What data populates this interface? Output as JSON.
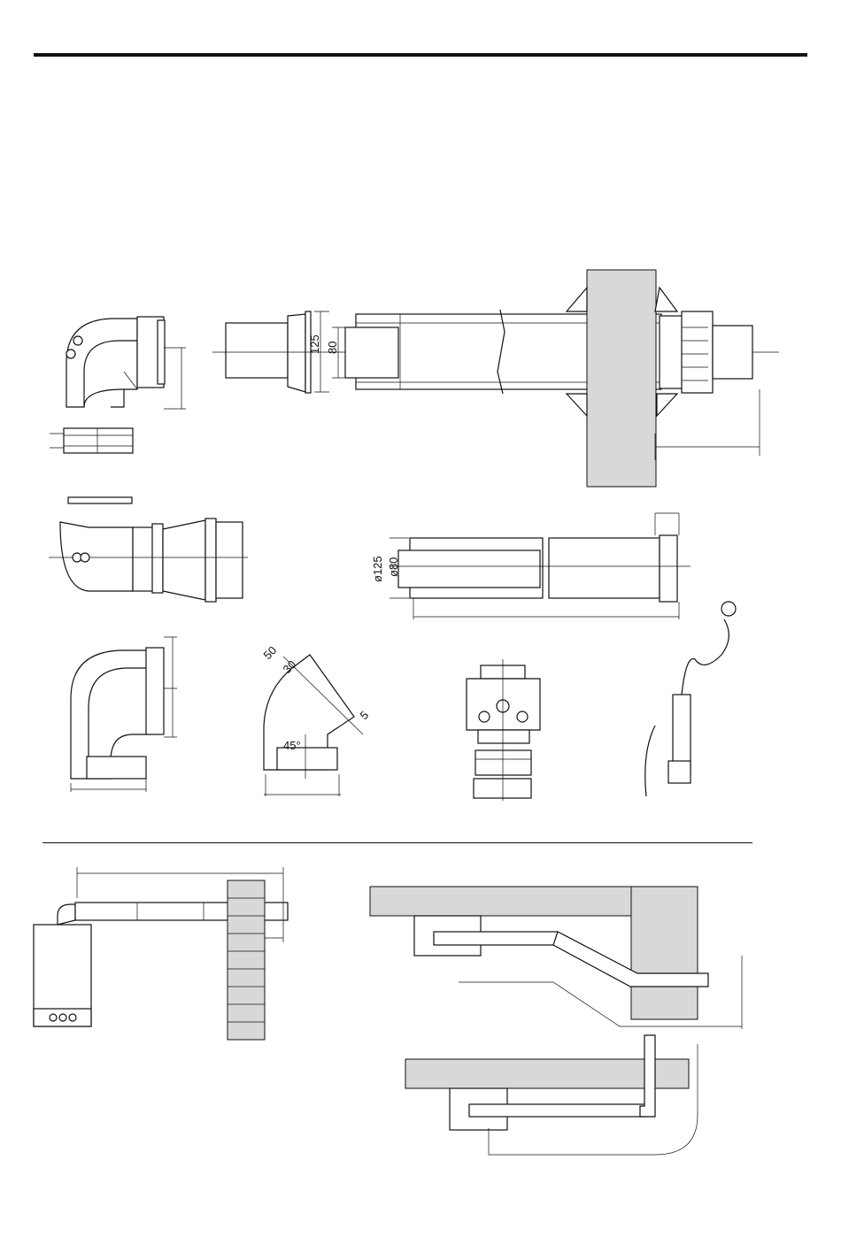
{
  "colors": {
    "line": "#111111",
    "wall": "#d8d8d8",
    "background": "#ffffff"
  },
  "terminal_kit": {
    "dim_outer": "125",
    "dim_inner": "80"
  },
  "pipe_extension": {
    "dim_outer": "ø125",
    "dim_inner": "ø80"
  },
  "elbow_45": {
    "dim_a": "50",
    "dim_b": "30",
    "dim_c": "5",
    "angle": "45°"
  }
}
